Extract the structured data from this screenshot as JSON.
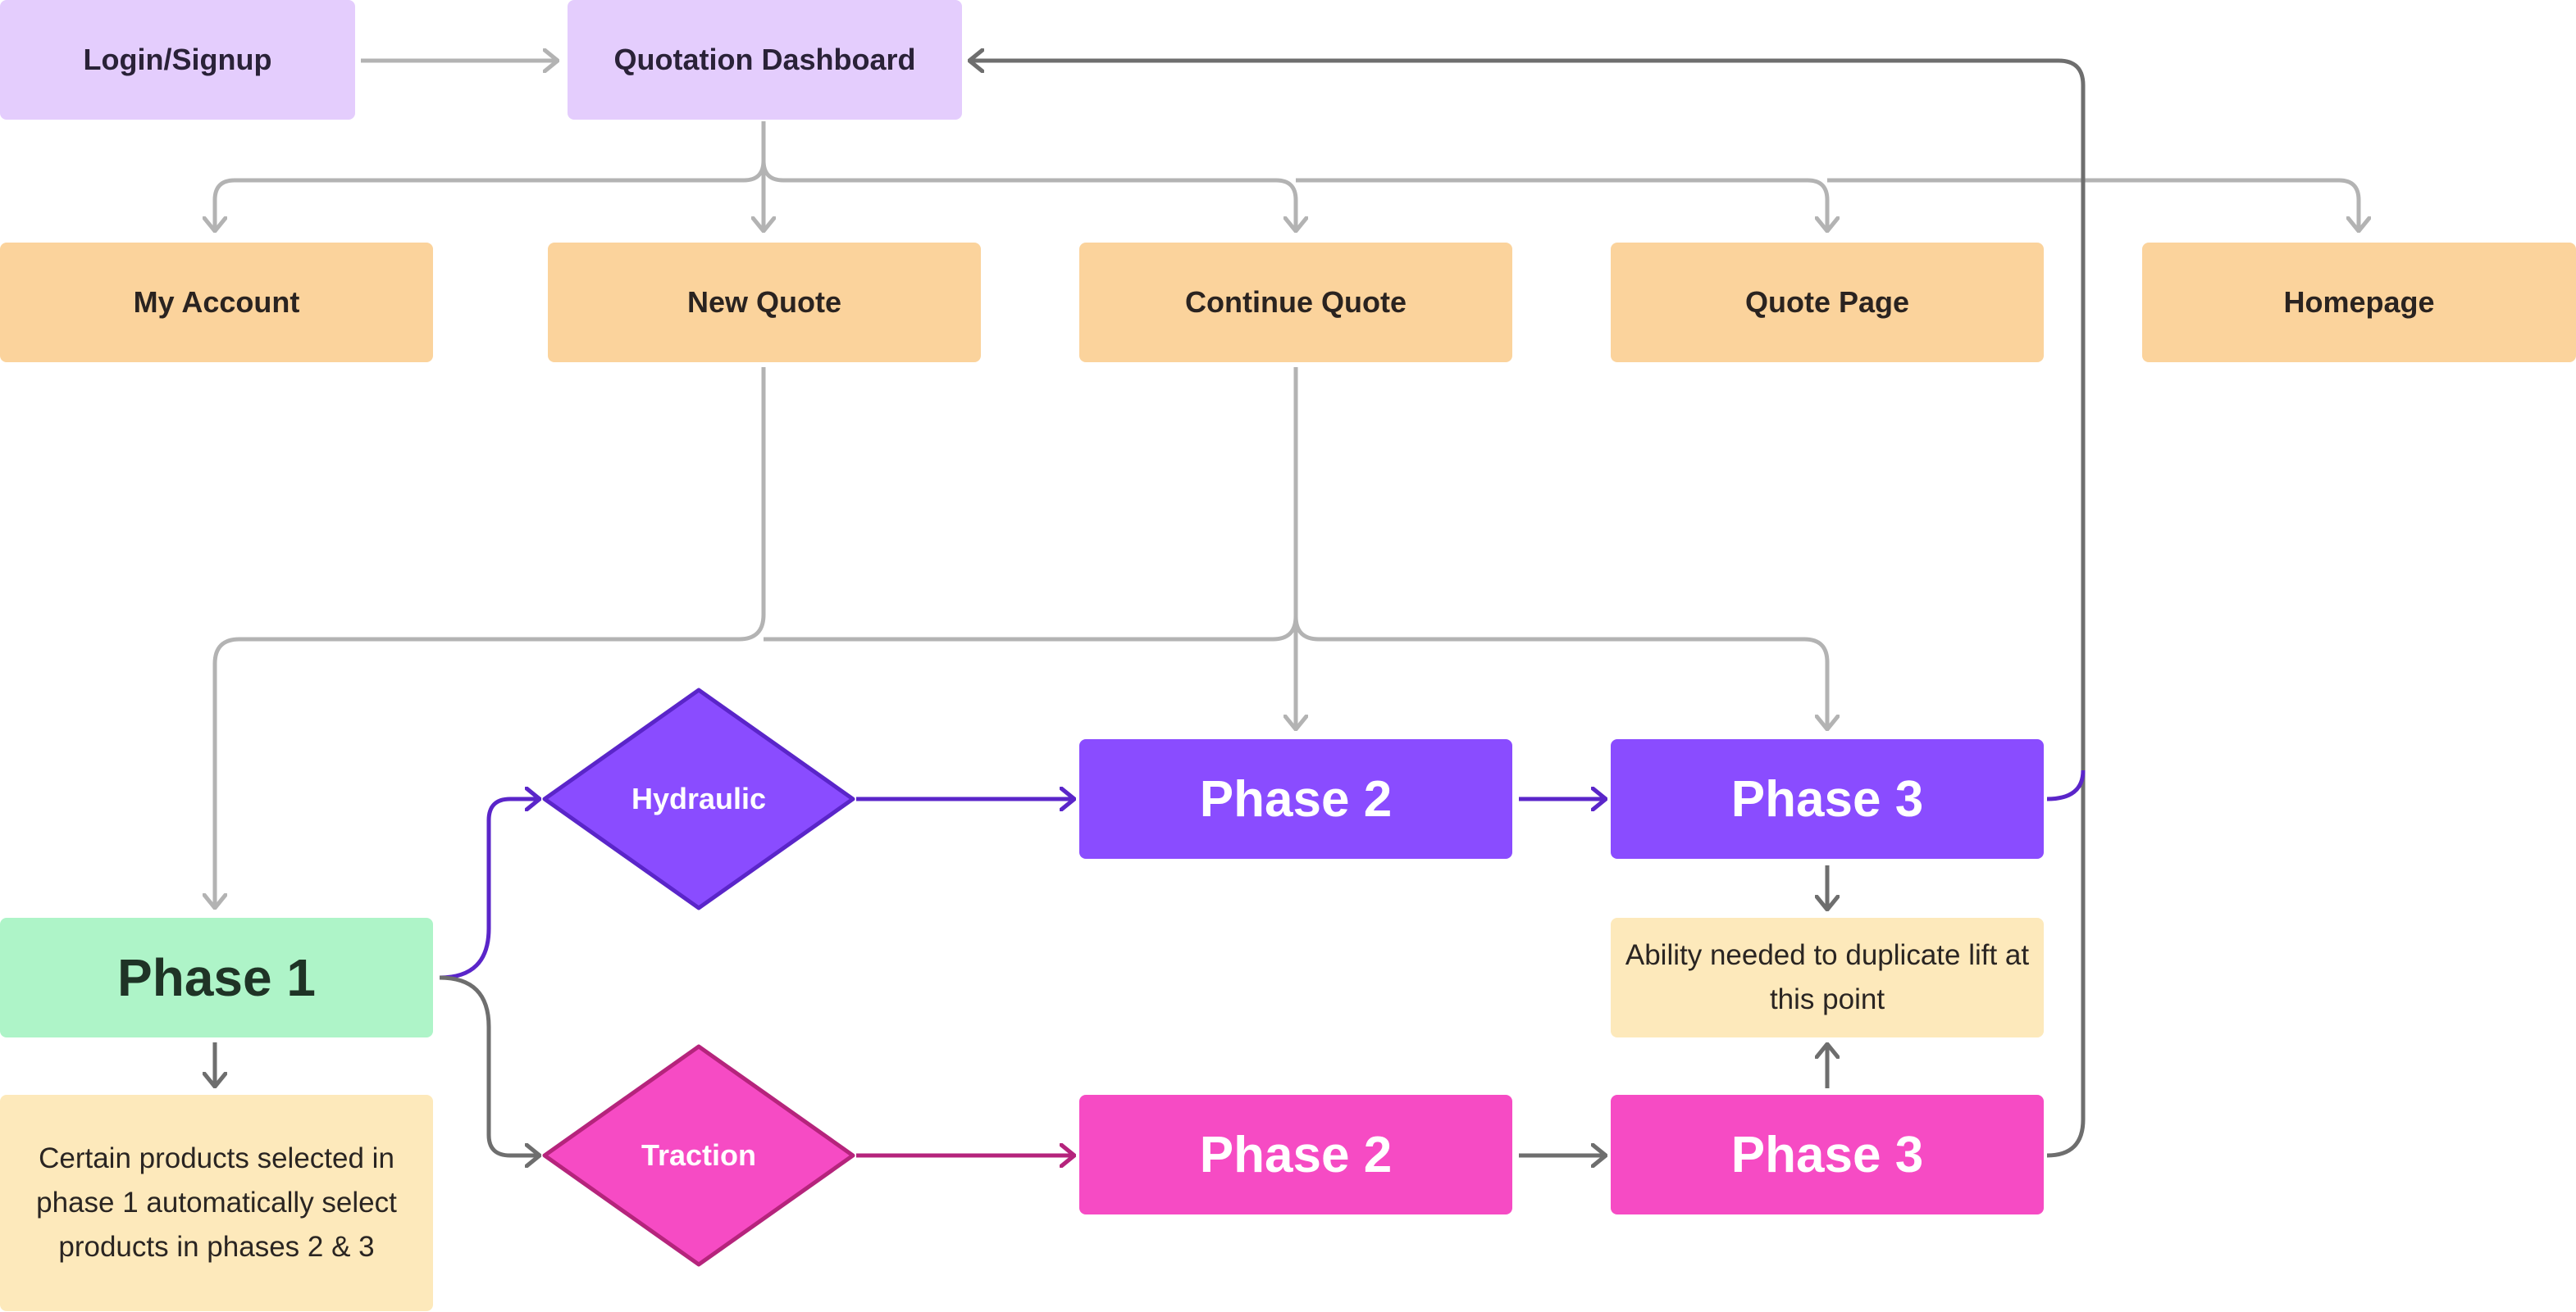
{
  "nodes": {
    "login": "Login/Signup",
    "dashboard": "Quotation Dashboard",
    "my_account": "My Account",
    "new_quote": "New Quote",
    "continue_quote": "Continue Quote",
    "quote_page": "Quote Page",
    "homepage": "Homepage",
    "phase1": "Phase 1",
    "hydraulic": "Hydraulic",
    "traction": "Traction",
    "phase2_hydraulic": "Phase 2",
    "phase3_hydraulic": "Phase 3",
    "phase2_traction": "Phase 2",
    "phase3_traction": "Phase 3"
  },
  "notes": {
    "phase1_note": "Certain products selected in phase 1 automatically select products in phases 2 & 3",
    "duplicate_note": "Ability needed to duplicate lift at this point"
  },
  "colors": {
    "page_node": "#e4cdfd",
    "section_node": "#fbd39c",
    "phase1": "#aef4c8",
    "hydraulic_path": "#8a4cff",
    "traction_path": "#f64bc4",
    "note": "#fde9bb",
    "connector_light": "#b3b3b3",
    "connector_dark": "#6e6e6e"
  }
}
